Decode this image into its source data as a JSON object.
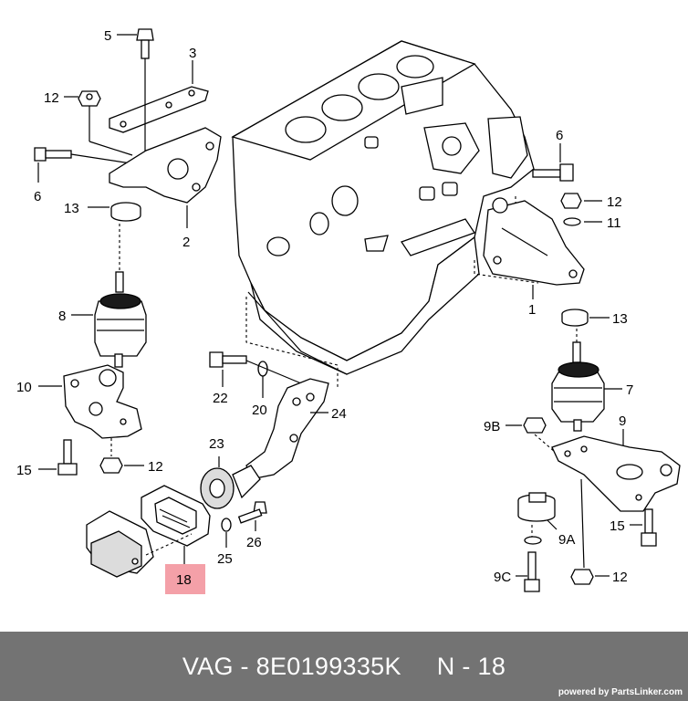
{
  "diagram": {
    "callouts": [
      {
        "id": "c5",
        "label": "5"
      },
      {
        "id": "c3",
        "label": "3"
      },
      {
        "id": "c12a",
        "label": "12"
      },
      {
        "id": "c6a",
        "label": "6"
      },
      {
        "id": "c13a",
        "label": "13"
      },
      {
        "id": "c2",
        "label": "2"
      },
      {
        "id": "c8",
        "label": "8"
      },
      {
        "id": "c10",
        "label": "10"
      },
      {
        "id": "c15a",
        "label": "15"
      },
      {
        "id": "c12b",
        "label": "12"
      },
      {
        "id": "c22",
        "label": "22"
      },
      {
        "id": "c20",
        "label": "20"
      },
      {
        "id": "c24",
        "label": "24"
      },
      {
        "id": "c23",
        "label": "23"
      },
      {
        "id": "c25",
        "label": "25"
      },
      {
        "id": "c26",
        "label": "26"
      },
      {
        "id": "c18",
        "label": "18"
      },
      {
        "id": "c6b",
        "label": "6"
      },
      {
        "id": "c12c",
        "label": "12"
      },
      {
        "id": "c11",
        "label": "11"
      },
      {
        "id": "c1",
        "label": "1"
      },
      {
        "id": "c13b",
        "label": "13"
      },
      {
        "id": "c7",
        "label": "7"
      },
      {
        "id": "c9b",
        "label": "9B"
      },
      {
        "id": "c9",
        "label": "9"
      },
      {
        "id": "c15b",
        "label": "15"
      },
      {
        "id": "c9a",
        "label": "9A"
      },
      {
        "id": "c9c",
        "label": "9C"
      },
      {
        "id": "c12d",
        "label": "12"
      }
    ],
    "highlight_color": "#f4a0a8"
  },
  "footer": {
    "text": "VAG - 8E0199335K     N - 18",
    "powered": "powered by PartsLinker.com",
    "background": "#737373"
  }
}
